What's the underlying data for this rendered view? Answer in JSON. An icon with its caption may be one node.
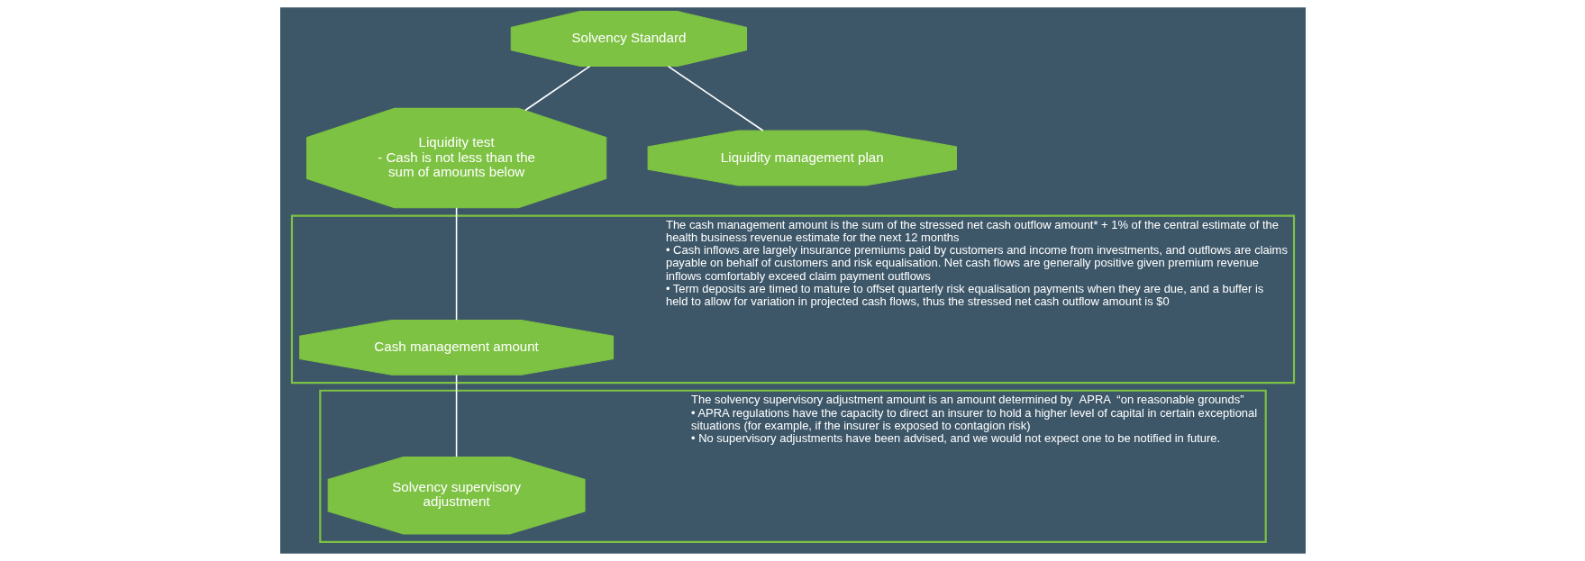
{
  "diagram": {
    "nodes": [
      {
        "text": [
          "Solvency Standard"
        ]
      },
      {
        "text": [
          "Liquidity test",
          "- Cash is not less than the sum of amounts below"
        ]
      },
      {
        "text": [
          "Liquidity management plan"
        ]
      },
      {
        "text": [
          "The cash management amount is the sum of the stressed net cash outflow amount* + 1% of the central estimate of the health business revenue estimate for the next 12 months",
          "• Cash inflows are largely insurance premiums paid by customers and income from investments, and outflows are claims payable on behalf of customers and risk equalisation. Net cash flows are generally positive given premium revenue inflows comfortably exceed claim payment outflows",
          "• Term deposits are timed to mature to offset quarterly risk equalisation payments when they are due, and a buffer is held to allow for variation in projected cash flows, thus the stressed net cash outflow amount is $0"
        ]
      },
      {
        "text": [
          "Cash management amount"
        ],
        "in": 3
      },
      {
        "text": [
          "The solvency supervisory adjustment amount is an amount determined by  APRA  “on reasonable grounds”",
          "• APRA regulations have the capacity to direct an insurer to hold a higher level of capital in certain exceptional situations (for example, if the insurer is exposed to contagion risk)",
          "• No supervisory adjustments have been advised, and we would not expect one to be notified in future."
        ]
      },
      {
        "text": [
          "Solvency supervisory adjustment"
        ],
        "in": 5
      }
    ],
    "edges": [
      {
        "from": 0,
        "to": 1,
        "arrow": "none"
      },
      {
        "from": 0,
        "to": 2,
        "arrow": "none"
      },
      {
        "from": 1,
        "to": 4,
        "arrow": "none"
      },
      {
        "from": 4,
        "to": 6,
        "arrow": "none"
      }
    ]
  }
}
